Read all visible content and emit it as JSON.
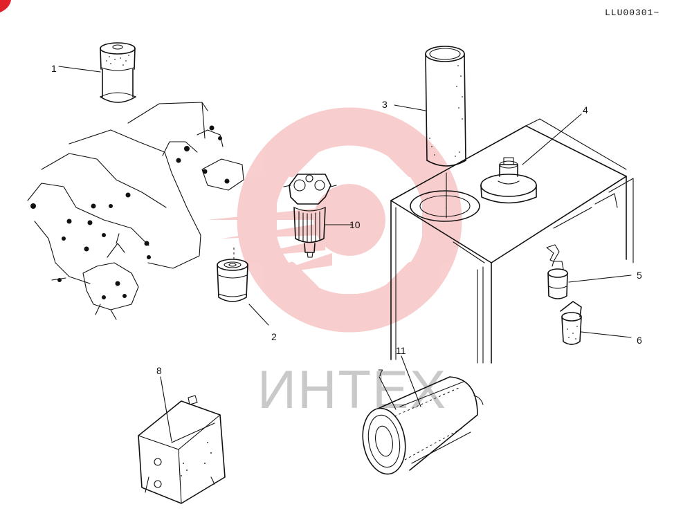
{
  "document": {
    "code": "LLU00301~"
  },
  "watermark": {
    "text": "ИНТЕХ",
    "color": "#f4a6a6"
  },
  "corner_mark_color": "#e0202a",
  "callouts": [
    {
      "id": "1",
      "part": "filter-element"
    },
    {
      "id": "2",
      "part": "spin-on-filter"
    },
    {
      "id": "3",
      "part": "hydraulic-tank-strainer"
    },
    {
      "id": "4",
      "part": "breather"
    },
    {
      "id": "5",
      "part": "fuel-prefilter"
    },
    {
      "id": "6",
      "part": "water-separator"
    },
    {
      "id": "7",
      "part": "air-cleaner-outer-element"
    },
    {
      "id": "8",
      "part": "battery"
    },
    {
      "id": "10",
      "part": "fuel-filter-assembly"
    },
    {
      "id": "11",
      "part": "air-cleaner-inner-element"
    }
  ]
}
